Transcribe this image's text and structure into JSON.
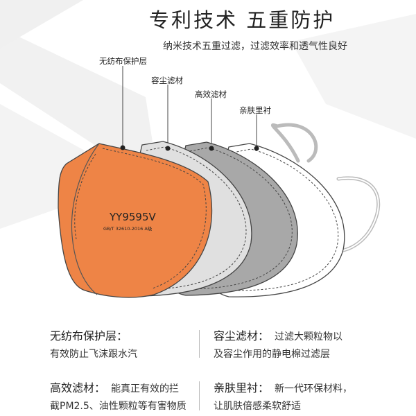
{
  "header": {
    "title": "专利技术 五重防护",
    "subtitle": "纳米技术五重过滤，过滤效率和透气性良好"
  },
  "callouts": [
    {
      "label": "无纺布保护层"
    },
    {
      "label": "容尘滤材"
    },
    {
      "label": "高效滤材"
    },
    {
      "label": "亲肤里衬"
    }
  ],
  "mask": {
    "model": "YY9595V",
    "standard": "GB/T 32610-2016 A级"
  },
  "colors": {
    "outer_layer": "#ee8446",
    "dust_layer": "#e0e0e0",
    "filter_layer": "#a8a8a8",
    "lining_layer": "#ffffff"
  },
  "descriptions": [
    {
      "title": "无纺布保护层：",
      "line1": "有效防止飞沫跟水汽",
      "line2": ""
    },
    {
      "title": "容尘滤材：",
      "line1": "过滤大颗粒物以",
      "line2": "及容尘作用的静电棉过滤层"
    },
    {
      "title": "高效滤材：",
      "line1": "能真正有效的拦",
      "line2": "截PM2.5、油性颗粒等有害物质"
    },
    {
      "title": "亲肤里衬：",
      "line1": "新一代环保材料，",
      "line2": "让肌肤倍感柔软舒适"
    }
  ]
}
